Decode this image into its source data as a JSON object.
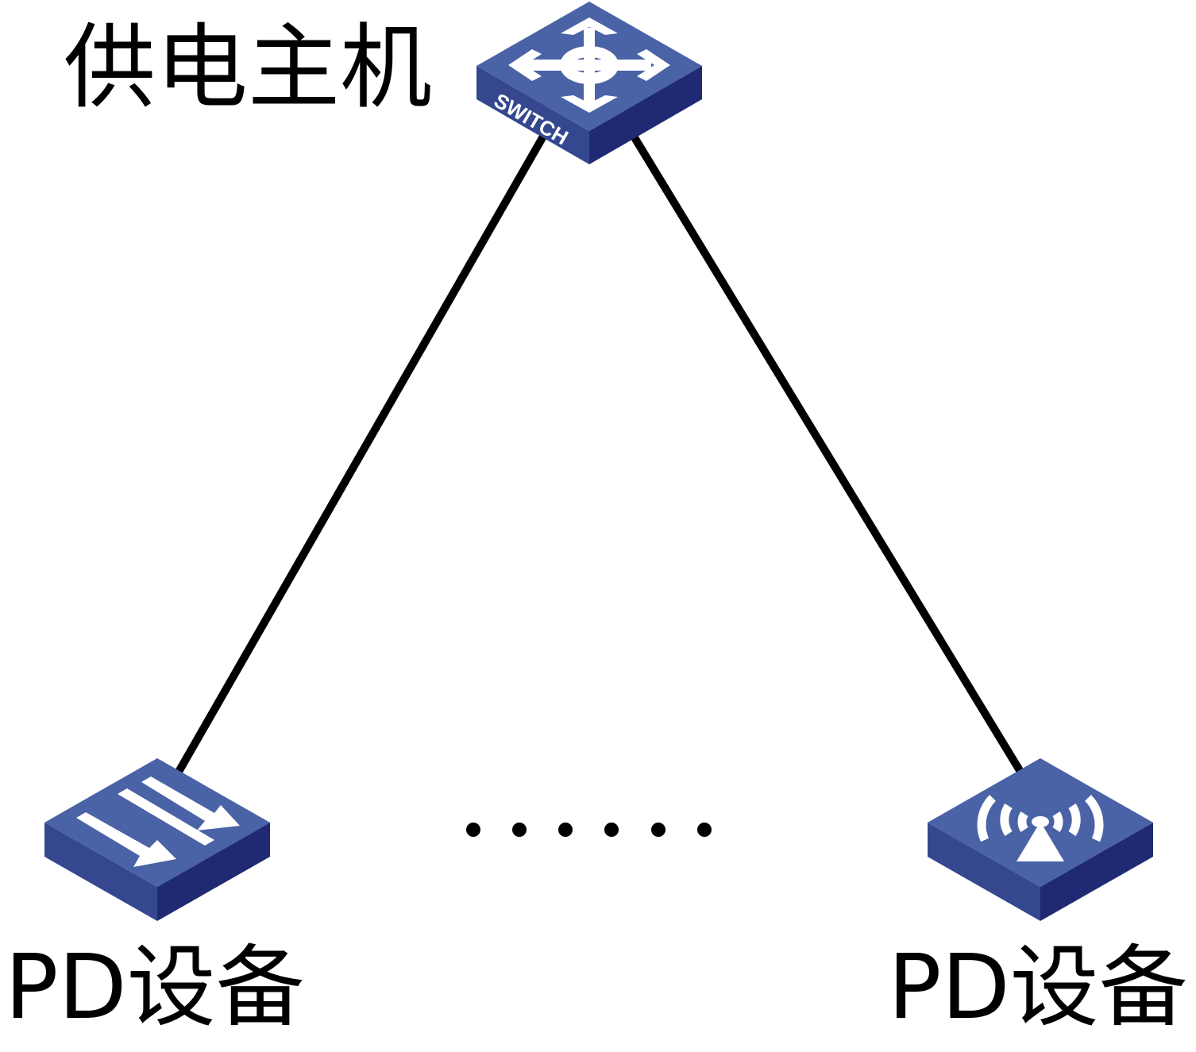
{
  "labels": {
    "host": "供电主机",
    "pd_left": "PD设备",
    "pd_right": "PD设备",
    "switch_text": "SWITCH"
  },
  "icons": {
    "host": "core-switch-icon",
    "pd_left": "layer2-switch-icon",
    "pd_right": "wireless-access-point-icon"
  },
  "colors": {
    "top": "#4a62a6",
    "left_side": "#34478f",
    "right_side": "#1f2a72",
    "link": "#000000"
  },
  "ellipsis_dots": 6
}
